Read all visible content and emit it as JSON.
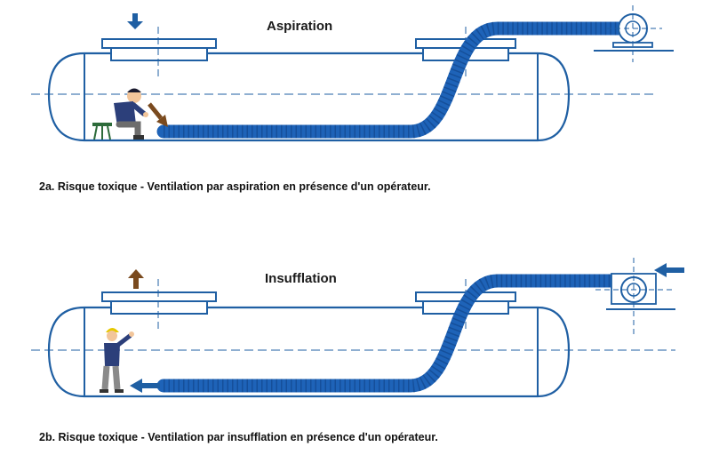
{
  "colors": {
    "tank_outline": "#1f5fa3",
    "hose": "#1e63b8",
    "hose_dark": "#0e3f82",
    "airflow_arrow_a": "#1f5fa3",
    "airflow_arrow_b": "#7a4a1e",
    "operator_arrow_a": "#7a4a1e",
    "operator_arrow_b": "#1f5fa3",
    "flow_arrow": "#1f5fa3",
    "centerline": "#1f5fa3"
  },
  "panels": [
    {
      "title": "Aspiration",
      "caption": "2a. Risque toxique - Ventilation par  aspiration en présence d'un opérateur.",
      "mode": "aspiration",
      "manhole_arrow": "down",
      "operator_pose": "seated",
      "hose_arrow": "none",
      "fan_arrow": "none"
    },
    {
      "title": "Insufflation",
      "caption": "2b. Risque toxique - Ventilation par insufflation en présence d'un opérateur.",
      "mode": "insufflation",
      "manhole_arrow": "up",
      "operator_pose": "standing",
      "hose_arrow": "left",
      "fan_arrow": "left"
    }
  ]
}
